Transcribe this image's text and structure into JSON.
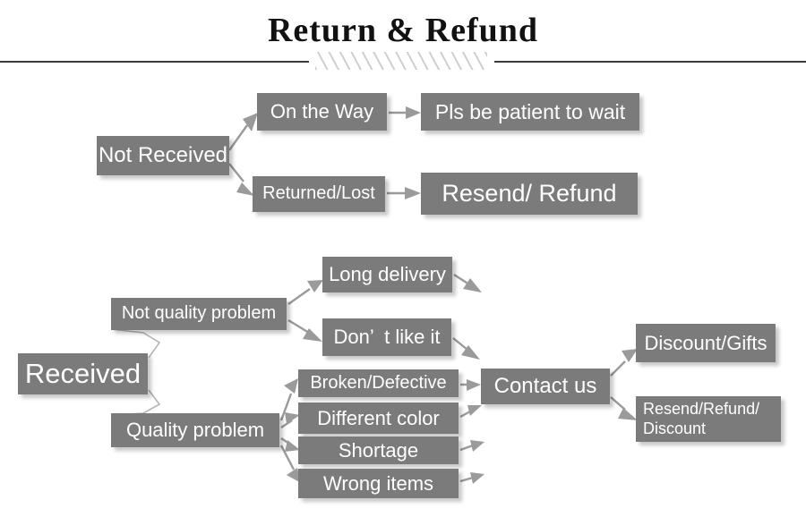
{
  "header": {
    "title": "Return & Refund",
    "divider_icon": "diagonal-hatch-divider"
  },
  "colors": {
    "node_fill": "#7b7b7b",
    "node_text": "#ffffff",
    "arrow": "#9a9a9a",
    "rule": "#3a3a3a",
    "hatch": "#cfcfcf",
    "background": "#ffffff"
  },
  "flow": {
    "branch_not_received": {
      "root": "Not Received",
      "children": [
        {
          "label": "On the Way",
          "result": "Pls be patient to wait"
        },
        {
          "label": "Returned/Lost",
          "result": "Resend/ Refund"
        }
      ]
    },
    "branch_received": {
      "root": "Received",
      "categories": [
        {
          "label": "Not quality problem",
          "reasons": [
            "Long delivery",
            "Don’  t like it"
          ]
        },
        {
          "label": "Quality problem",
          "reasons": [
            "Broken/Defective",
            "Different color",
            "Shortage",
            "Wrong items"
          ]
        }
      ],
      "hub": "Contact us",
      "outcomes": [
        "Discount/Gifts",
        "Resend/Refund/\nDiscount"
      ]
    }
  },
  "nodes": {
    "not_received": "Not Received",
    "on_the_way": "On the Way",
    "pls_be_patient": "Pls be patient to wait",
    "returned_lost": "Returned/Lost",
    "resend_refund": "Resend/ Refund",
    "received": "Received",
    "not_quality_problem": "Not quality problem",
    "quality_problem": "Quality problem",
    "long_delivery": "Long delivery",
    "dont_like_it": "Don’  t like it",
    "broken_defective": "Broken/Defective",
    "different_color": "Different color",
    "shortage": "Shortage",
    "wrong_items": "Wrong items",
    "contact_us": "Contact us",
    "discount_gifts": "Discount/Gifts",
    "resend_refund_discount": "Resend/Refund/\nDiscount"
  }
}
